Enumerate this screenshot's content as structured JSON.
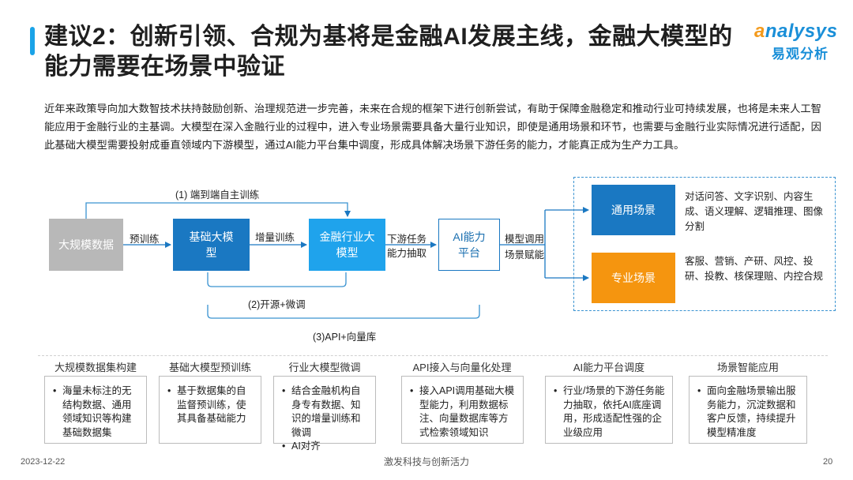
{
  "title": "建议2：创新引领、合规为基将是金融AI发展主线，金融大模型的能力需要在场景中验证",
  "logo": {
    "en_o": "a",
    "en_rest": "nalysys",
    "cn": "易观分析"
  },
  "paragraph": "近年来政策导向加大数智技术扶持鼓励创新、治理规范进一步完善，未来在合规的框架下进行创新尝试，有助于保障金融稳定和推动行业可持续发展，也将是未来人工智能应用于金融行业的主基调。大模型在深入金融行业的过程中，进入专业场景需要具备大量行业知识，即使是通用场景和环节，也需要与金融行业实际情况进行适配，因此基础大模型需要投射成垂直领域内下游模型，通过AI能力平台集中调度，形成具体解决场景下游任务的能力，才能真正成为生产力工具。",
  "diagram": {
    "nodes": {
      "big_data": "大规模数据",
      "base_model": "基础大模型",
      "fin_model": "金融行业大模型",
      "ai_platform": "AI能力平台"
    },
    "edge_labels": {
      "pretrain": "预训练",
      "incremental": "增量训练",
      "downstream_1": "下游任务",
      "downstream_2": "能力抽取",
      "invoke_1": "模型调用",
      "invoke_2": "场景赋能",
      "loop1": "(1) 端到端自主训练",
      "loop2": "(2)开源+微调",
      "loop3": "(3)API+向量库"
    },
    "scenarios": [
      {
        "label": "通用场景",
        "desc": "对话问答、文字识别、内容生成、语义理解、逻辑推理、图像分割",
        "color": "#1a78c2"
      },
      {
        "label": "专业场景",
        "desc": "客服、营销、产研、风控、投研、投教、核保理赔、内控合规",
        "color": "#f5950f"
      }
    ],
    "colors": {
      "gray": "#b8b8b8",
      "blue_dark": "#1a78c2",
      "blue_light": "#1fa3ec",
      "orange": "#f5950f"
    }
  },
  "stages": [
    {
      "title": "大规模数据集构建",
      "bullets": [
        "海量未标注的无结构数据、通用领域知识等构建基础数据集"
      ]
    },
    {
      "title": "基础大模型预训练",
      "bullets": [
        "基于数据集的自监督预训练，使其具备基础能力"
      ]
    },
    {
      "title": "行业大模型微调",
      "bullets": [
        "结合金融机构自身专有数据、知识的增量训练和微调",
        "AI对齐"
      ]
    },
    {
      "title": "API接入与向量化处理",
      "bullets": [
        "接入API调用基础大模型能力，利用数据标注、向量数据库等方式检索领域知识"
      ]
    },
    {
      "title": "AI能力平台调度",
      "bullets": [
        "行业/场景的下游任务能力抽取，依托AI底座调用，形成适配性强的企业级应用"
      ]
    },
    {
      "title": "场景智能应用",
      "bullets": [
        "面向金融场景输出服务能力，沉淀数据和客户反馈，持续提升模型精准度"
      ]
    }
  ],
  "footer": {
    "date": "2023-12-22",
    "center": "激发科技与创新活力",
    "page": "20"
  }
}
